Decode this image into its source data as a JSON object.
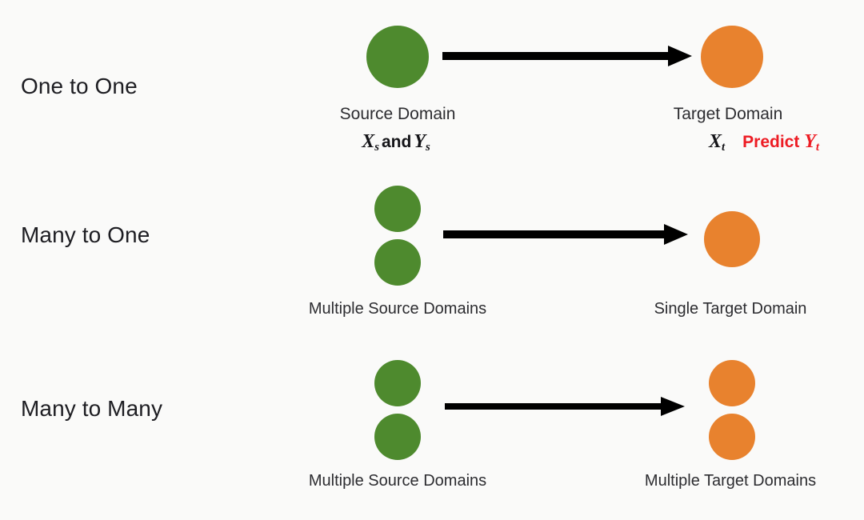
{
  "figure": {
    "background_color": "#fafaf9",
    "green_color": "#4e8a2e",
    "orange_color": "#e8822e",
    "arrow_color": "#000000",
    "predict_color": "#ed1c24"
  },
  "rows": [
    {
      "label": "One to One",
      "source_caption": "Source Domain",
      "source_math_x": "X",
      "source_math_x_sub": "s",
      "source_math_conj": "and",
      "source_math_y": "Y",
      "source_math_y_sub": "s",
      "target_caption": "Target Domain",
      "target_math_x": "X",
      "target_math_x_sub": "t",
      "target_predict_label": "Predict",
      "target_math_y": "Y",
      "target_math_y_sub": "t",
      "source_circles": 1,
      "target_circles": 1
    },
    {
      "label": "Many to One",
      "source_caption": "Multiple Source Domains",
      "target_caption": "Single Target Domain",
      "source_circles": 2,
      "target_circles": 1
    },
    {
      "label": "Many to Many",
      "source_caption": "Multiple Source Domains",
      "target_caption": "Multiple Target Domains",
      "source_circles": 2,
      "target_circles": 2
    }
  ]
}
